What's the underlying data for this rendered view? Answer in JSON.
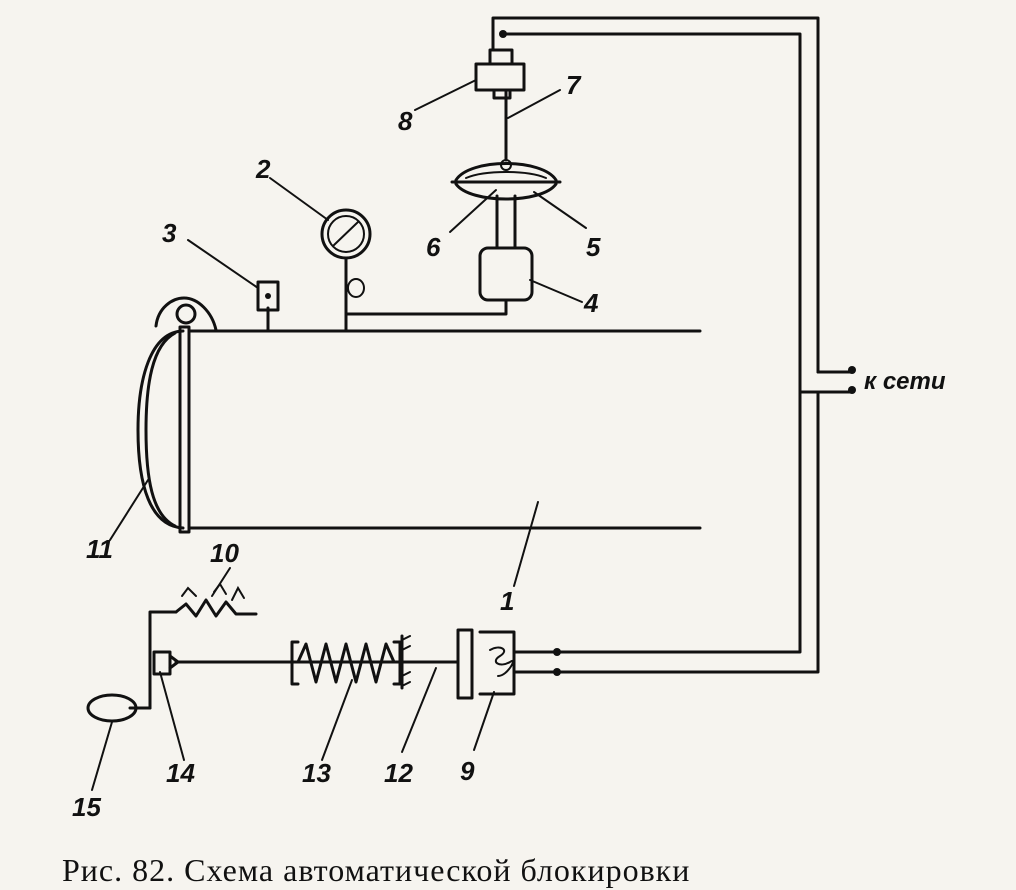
{
  "diagram": {
    "labels": {
      "n1": "1",
      "n2": "2",
      "n3": "3",
      "n4": "4",
      "n5": "5",
      "n6": "6",
      "n7": "7",
      "n8": "8",
      "n9": "9",
      "n10": "10",
      "n11": "11",
      "n12": "12",
      "n13": "13",
      "n14": "14",
      "n15": "15"
    },
    "network_label": "к сети",
    "caption": "Рис. 82. Схема автоматической блокировки"
  }
}
